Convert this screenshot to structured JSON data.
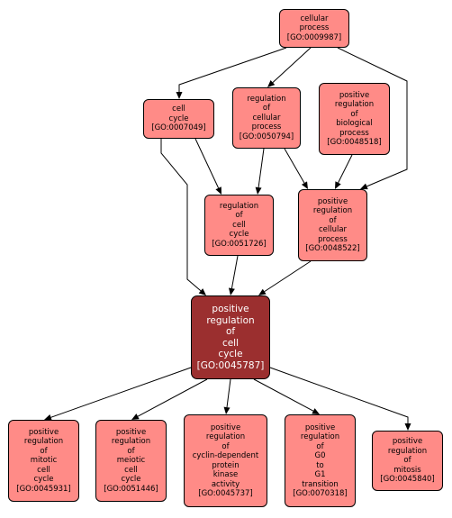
{
  "colors": {
    "node_fill": "#ff8b87",
    "focus_fill": "#9b2f2f",
    "edge": "#000000"
  },
  "nodes": {
    "GO_0009987": {
      "lines": [
        "cellular",
        "process"
      ],
      "id": "[GO:0009987]"
    },
    "GO_0007049": {
      "lines": [
        "cell",
        "cycle"
      ],
      "id": "[GO:0007049]"
    },
    "GO_0050794": {
      "lines": [
        "regulation",
        "of",
        "cellular",
        "process"
      ],
      "id": "[GO:0050794]"
    },
    "GO_0048518": {
      "lines": [
        "positive",
        "regulation",
        "of",
        "biological",
        "process"
      ],
      "id": "[GO:0048518]"
    },
    "GO_0051726": {
      "lines": [
        "regulation",
        "of",
        "cell",
        "cycle"
      ],
      "id": "[GO:0051726]"
    },
    "GO_0048522": {
      "lines": [
        "positive",
        "regulation",
        "of",
        "cellular",
        "process"
      ],
      "id": "[GO:0048522]"
    },
    "GO_0045787": {
      "lines": [
        "positive",
        "regulation",
        "of",
        "cell",
        "cycle"
      ],
      "id": "[GO:0045787]"
    },
    "GO_0045931": {
      "lines": [
        "positive",
        "regulation",
        "of",
        "mitotic",
        "cell",
        "cycle"
      ],
      "id": "[GO:0045931]"
    },
    "GO_0051446": {
      "lines": [
        "positive",
        "regulation",
        "of",
        "meiotic",
        "cell",
        "cycle"
      ],
      "id": "[GO:0051446]"
    },
    "GO_0045737": {
      "lines": [
        "positive",
        "regulation",
        "of",
        "cyclin-dependent",
        "protein",
        "kinase",
        "activity"
      ],
      "id": "[GO:0045737]"
    },
    "GO_0070318": {
      "lines": [
        "positive",
        "regulation",
        "of",
        "G0",
        "to",
        "G1",
        "transition"
      ],
      "id": "[GO:0070318]"
    },
    "GO_0045840": {
      "lines": [
        "positive",
        "regulation",
        "of",
        "mitosis"
      ],
      "id": "[GO:0045840]"
    }
  },
  "edges": [
    {
      "from": "GO_0009987",
      "to": "GO_0007049"
    },
    {
      "from": "GO_0009987",
      "to": "GO_0050794"
    },
    {
      "from": "GO_0009987",
      "to": "GO_0048522"
    },
    {
      "from": "GO_0007049",
      "to": "GO_0051726"
    },
    {
      "from": "GO_0007049",
      "to": "GO_0045787"
    },
    {
      "from": "GO_0050794",
      "to": "GO_0051726"
    },
    {
      "from": "GO_0050794",
      "to": "GO_0048522"
    },
    {
      "from": "GO_0048518",
      "to": "GO_0048522"
    },
    {
      "from": "GO_0051726",
      "to": "GO_0045787"
    },
    {
      "from": "GO_0048522",
      "to": "GO_0045787"
    },
    {
      "from": "GO_0045787",
      "to": "GO_0045931"
    },
    {
      "from": "GO_0045787",
      "to": "GO_0051446"
    },
    {
      "from": "GO_0045787",
      "to": "GO_0045737"
    },
    {
      "from": "GO_0045787",
      "to": "GO_0070318"
    },
    {
      "from": "GO_0045787",
      "to": "GO_0045840"
    }
  ]
}
